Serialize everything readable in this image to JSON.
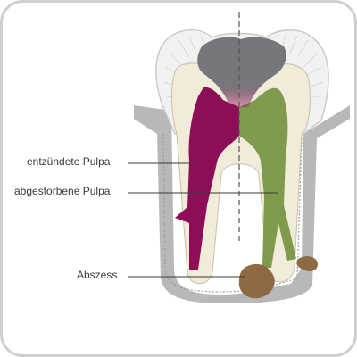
{
  "labels": {
    "inflamed_pulp": "entzündete Pulpa",
    "dead_pulp": "abgestorbene Pulpa",
    "abscess": "Abszess"
  },
  "colors": {
    "frame_border": "#cfcfcf",
    "enamel": "#f1f1f1",
    "dentin": "#f1ecd9",
    "caries": "#77777b",
    "inflamed_pulp": "#8e0d57",
    "dead_pulp": "#7e9a4d",
    "abscess": "#8d6a44",
    "gum_bone": "#a9a9a9",
    "leader_line": "#3a3a3a"
  }
}
